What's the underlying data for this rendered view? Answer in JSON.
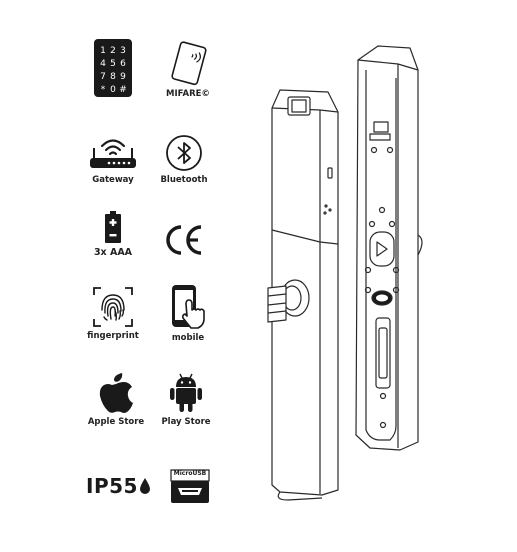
{
  "features": [
    {
      "id": "keypad",
      "icon": "keypad-icon",
      "label": "",
      "keys": [
        "1",
        "2",
        "3",
        "4",
        "5",
        "6",
        "7",
        "8",
        "9",
        "*",
        "0",
        "#"
      ]
    },
    {
      "id": "mifare",
      "icon": "rfid-card-icon",
      "label": "MIFARE©"
    },
    {
      "id": "gateway",
      "icon": "wifi-router-icon",
      "label": "Gateway"
    },
    {
      "id": "bluetooth",
      "icon": "bluetooth-icon",
      "label": "Bluetooth"
    },
    {
      "id": "battery",
      "icon": "battery-icon",
      "label": "3x AAA"
    },
    {
      "id": "ce",
      "icon": "ce-mark-icon",
      "label": ""
    },
    {
      "id": "fingerprint",
      "icon": "fingerprint-icon",
      "label": "fingerprint"
    },
    {
      "id": "mobile",
      "icon": "mobile-touch-icon",
      "label": "mobile"
    },
    {
      "id": "apple",
      "icon": "apple-logo-icon",
      "label": "Apple Store"
    },
    {
      "id": "android",
      "icon": "android-logo-icon",
      "label": "Play Store"
    }
  ],
  "ip_rating": {
    "text": "IP55",
    "icon": "water-drop-icon"
  },
  "usb": {
    "label": "MicroUSB",
    "icon": "micro-usb-port-icon"
  },
  "product": {
    "icon": "smart-door-lock-illustration"
  },
  "colors": {
    "icon": "#1a1a1a",
    "line": "#2a2a2a",
    "background": "#ffffff"
  }
}
